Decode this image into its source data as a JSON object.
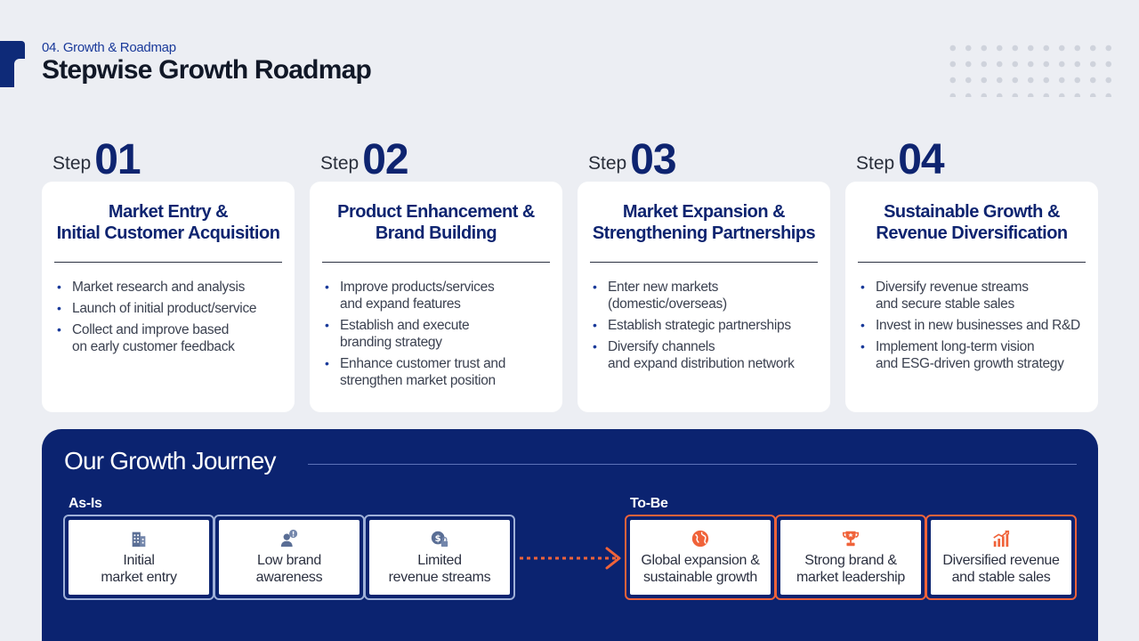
{
  "header": {
    "section": "04. Growth & Roadmap",
    "title": "Stepwise Growth Roadmap"
  },
  "steps": [
    {
      "word": "Step",
      "number": "01",
      "title": "Market Entry &\nInitial Customer Acquisition",
      "bullets": [
        "Market research and analysis",
        "Launch of initial product/service",
        "Collect and improve based\non early customer feedback"
      ]
    },
    {
      "word": "Step",
      "number": "02",
      "title": "Product Enhancement &\nBrand Building",
      "bullets": [
        "Improve products/services\nand expand features",
        "Establish and execute\nbranding strategy",
        "Enhance customer trust and\nstrengthen market position"
      ]
    },
    {
      "word": "Step",
      "number": "03",
      "title": "Market Expansion &\nStrengthening Partnerships",
      "bullets": [
        "Enter new markets\n(domestic/overseas)",
        "Establish strategic partnerships",
        "Diversify channels\nand expand distribution network"
      ]
    },
    {
      "word": "Step",
      "number": "04",
      "title": "Sustainable Growth &\nRevenue Diversification",
      "bullets": [
        "Diversify revenue streams\nand secure stable sales",
        "Invest in new businesses and R&D",
        "Implement long-term vision\nand ESG-driven growth strategy"
      ]
    }
  ],
  "journey": {
    "title": "Our Growth Journey",
    "asis_label": "As-Is",
    "tobe_label": "To-Be",
    "asis": [
      {
        "icon": "building-icon",
        "text": "Initial\nmarket entry"
      },
      {
        "icon": "person-alert-icon",
        "text": "Low brand\nawareness"
      },
      {
        "icon": "money-lock-icon",
        "text": "Limited\nrevenue streams"
      }
    ],
    "tobe": [
      {
        "icon": "globe-icon",
        "text": "Global expansion &\nsustainable growth"
      },
      {
        "icon": "trophy-icon",
        "text": "Strong brand &\nmarket leadership"
      },
      {
        "icon": "growth-chart-icon",
        "text": "Diversified revenue\nand stable sales"
      }
    ]
  },
  "colors": {
    "navy": "#0b2370",
    "accent": "#f0633a",
    "asis_border": "#9fb0d8"
  }
}
